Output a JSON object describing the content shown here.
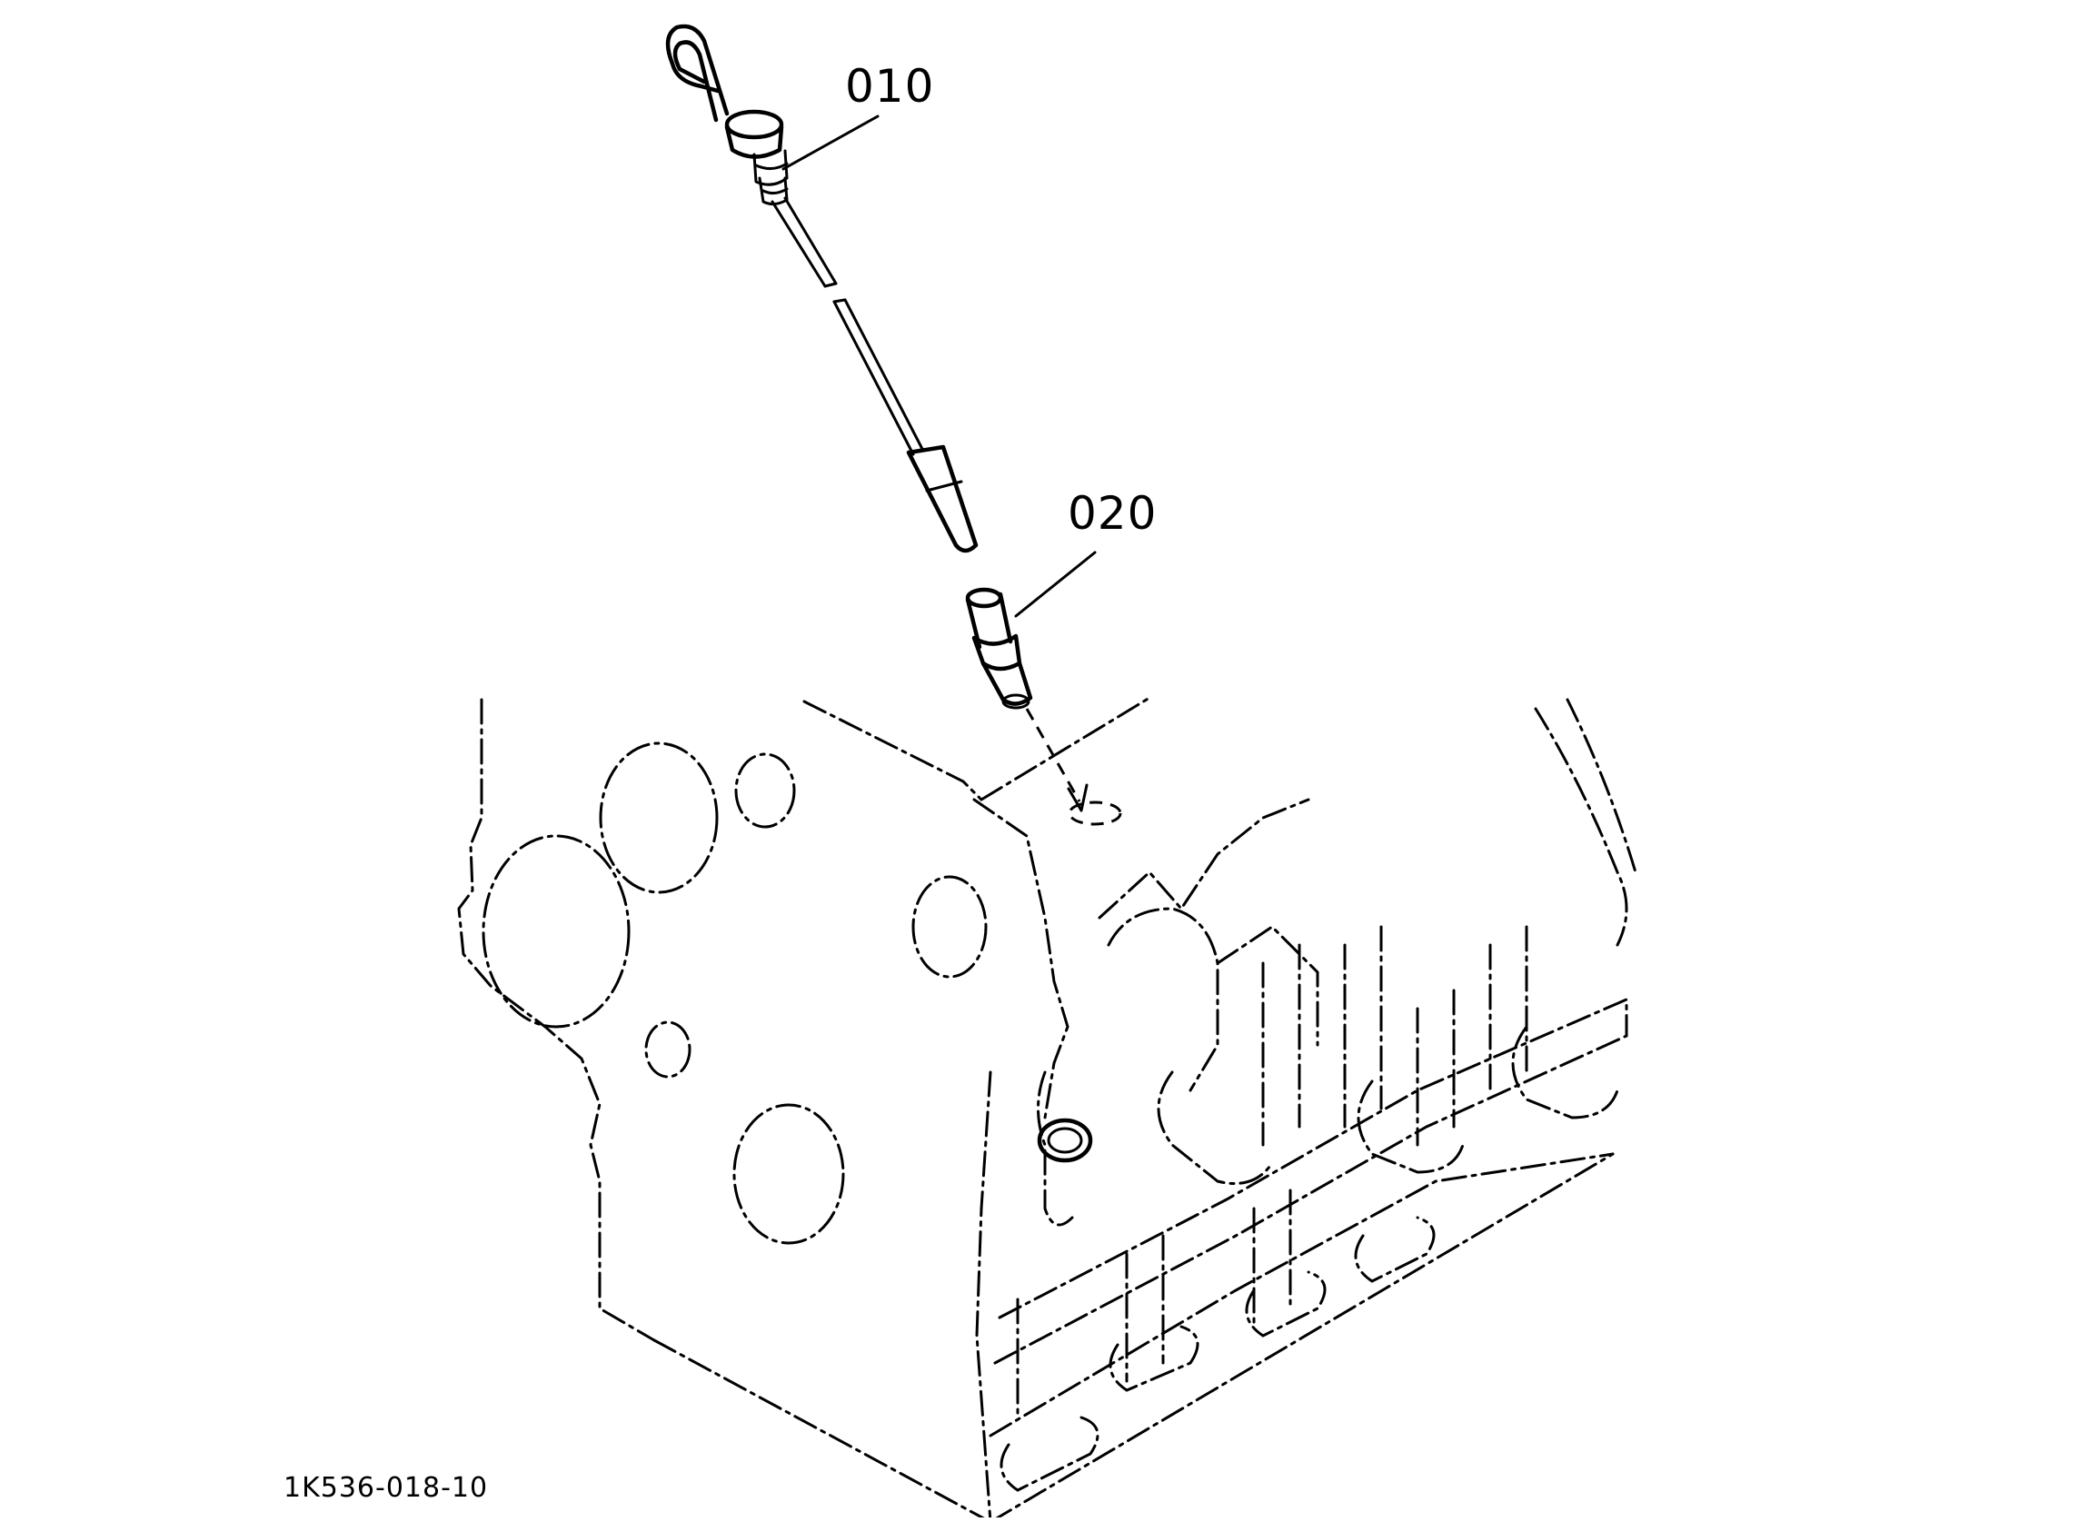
{
  "diagram": {
    "callouts": [
      {
        "id": "dipstick",
        "label": "010"
      },
      {
        "id": "guide",
        "label": "020"
      }
    ],
    "drawing_number": "1K536-018-10",
    "colors": {
      "ink": "#000000",
      "background": "#ffffff"
    }
  }
}
